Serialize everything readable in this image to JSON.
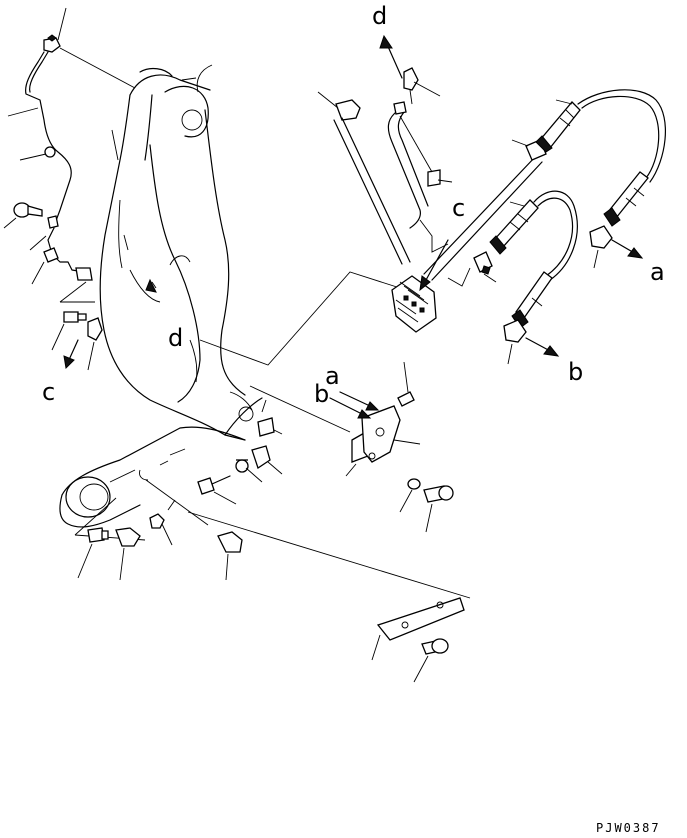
{
  "diagram": {
    "ref_labels": {
      "a_right": "a",
      "a_mid": "a",
      "b_right": "b",
      "b_mid": "b",
      "c_upper": "c",
      "c_left": "c",
      "d_top": "d",
      "d_boom": "d"
    },
    "drawing_code": "PJW0387"
  }
}
